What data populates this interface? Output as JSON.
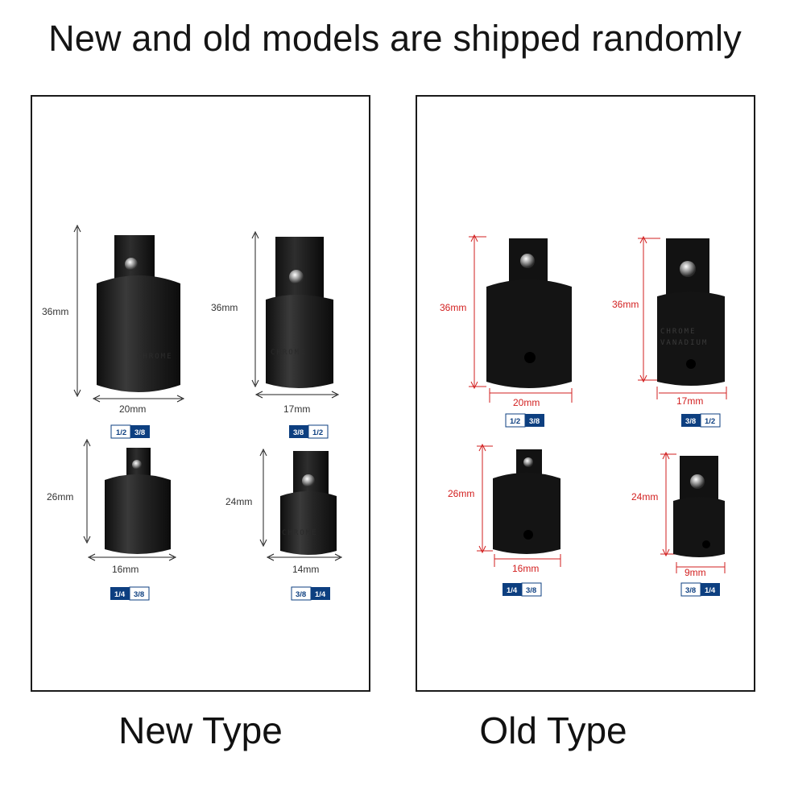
{
  "headline": "New and old models are shipped randomly",
  "panels": {
    "new": {
      "caption": "New Type",
      "items": [
        {
          "height": "36mm",
          "width": "20mm",
          "drive_a": "1/2",
          "drive_b": "3/8"
        },
        {
          "height": "36mm",
          "width": "17mm",
          "drive_a": "3/8",
          "drive_b": "1/2"
        },
        {
          "height": "26mm",
          "width": "16mm",
          "drive_a": "1/4",
          "drive_b": "3/8"
        },
        {
          "height": "24mm",
          "width": "14mm",
          "drive_a": "3/8",
          "drive_b": "1/4"
        }
      ]
    },
    "old": {
      "caption": "Old Type",
      "items": [
        {
          "height": "36mm",
          "width": "20mm",
          "drive_a": "1/2",
          "drive_b": "3/8"
        },
        {
          "height": "36mm",
          "width": "17mm",
          "drive_a": "3/8",
          "drive_b": "1/2"
        },
        {
          "height": "26mm",
          "width": "16mm",
          "drive_a": "1/4",
          "drive_b": "3/8"
        },
        {
          "height": "24mm",
          "width": "9mm",
          "drive_a": "3/8",
          "drive_b": "1/4"
        }
      ]
    }
  },
  "embossing": {
    "line1": "CHROME",
    "line2": "VANADIUM"
  },
  "colors": {
    "new_dimension_line": "#222222",
    "old_dimension_line": "#d21f1f",
    "badge_blue": "#0d3f80",
    "body_dark": "#1b1b1b"
  }
}
